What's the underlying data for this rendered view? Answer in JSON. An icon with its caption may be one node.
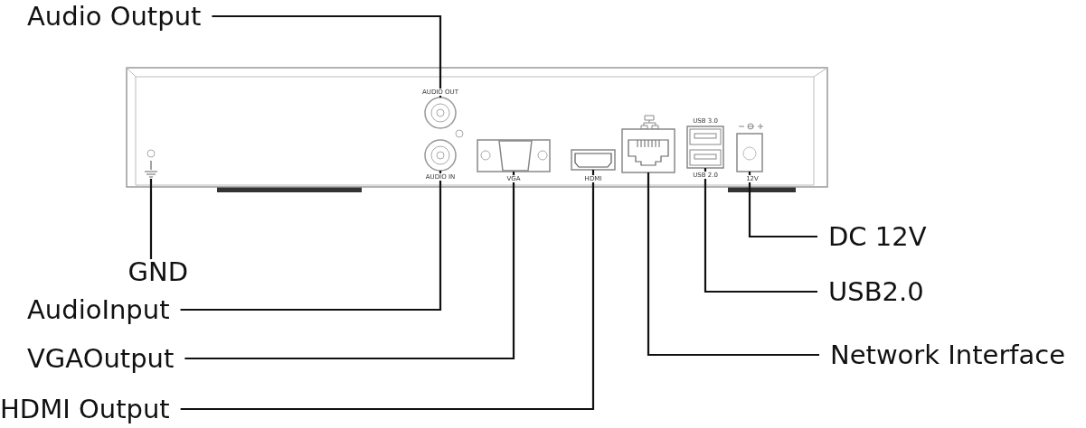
{
  "diagram": {
    "nodes": [
      {
        "text": [
          "Audio Output"
        ]
      },
      {
        "text": [
          "GND"
        ]
      },
      {
        "text": [
          "AudioInput"
        ]
      },
      {
        "text": [
          "VGAOutput"
        ]
      },
      {
        "text": [
          "HDMI Output"
        ]
      },
      {
        "text": [
          "DC 12V"
        ]
      },
      {
        "text": [
          "USB2.0"
        ]
      },
      {
        "text": [
          "Network Interface"
        ]
      },
      {
        "text": [],
        "shape": "symbol"
      },
      {
        "text": [],
        "shape": "circle",
        "beside": [
          "AUDIO OUT"
        ]
      },
      {
        "text": [],
        "shape": "circle",
        "beside": [
          "AUDIO IN"
        ]
      },
      {
        "text": [],
        "shape": "box",
        "beside": [
          "VGA"
        ]
      },
      {
        "text": [],
        "shape": "box",
        "beside": [
          "HDMI"
        ]
      },
      {
        "text": [],
        "shape": "box"
      },
      {
        "text": [],
        "shape": "box",
        "beside": [
          "USB 3.0",
          "USB 2.0"
        ]
      },
      {
        "text": [],
        "shape": "box",
        "beside": [
          "12V"
        ]
      }
    ],
    "edges": [
      {
        "from": 0,
        "to": 9,
        "arrow": "none"
      },
      {
        "from": 1,
        "to": 8,
        "arrow": "none"
      },
      {
        "from": 2,
        "to": 10,
        "arrow": "none"
      },
      {
        "from": 3,
        "to": 11,
        "arrow": "none"
      },
      {
        "from": 4,
        "to": 12,
        "arrow": "none"
      },
      {
        "from": 5,
        "to": 15,
        "arrow": "none"
      },
      {
        "from": 6,
        "to": 14,
        "arrow": "none"
      },
      {
        "from": 7,
        "to": 13,
        "arrow": "none"
      }
    ]
  }
}
